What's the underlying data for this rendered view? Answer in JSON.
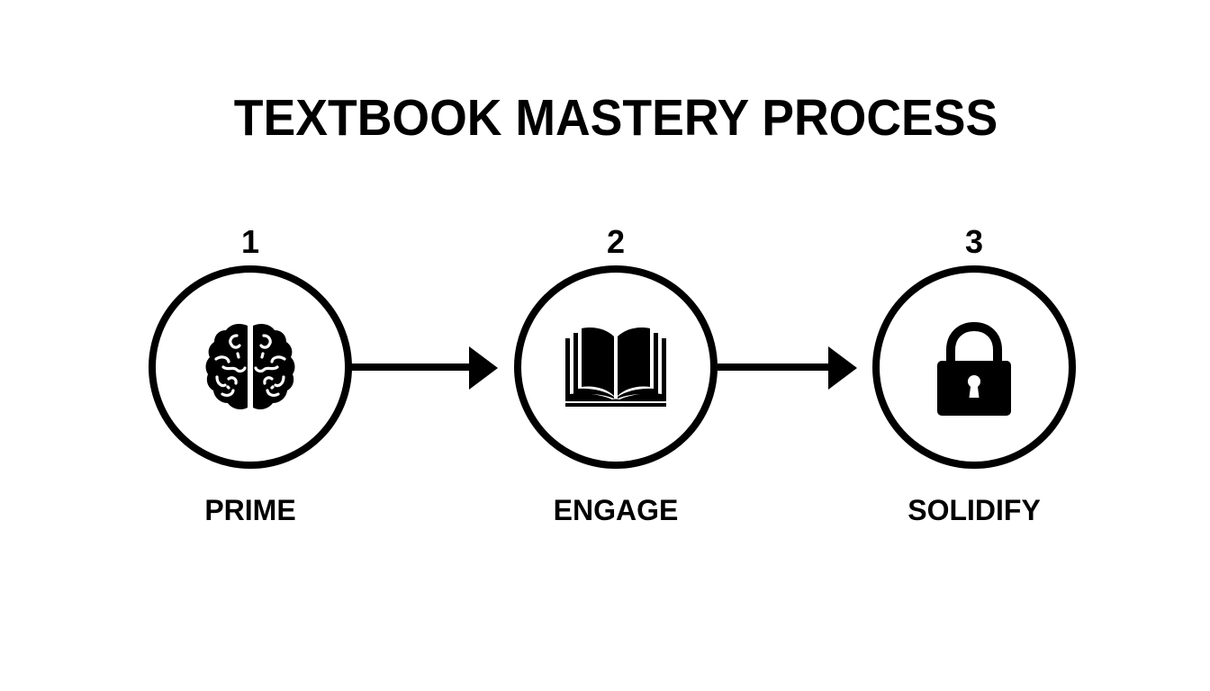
{
  "title": "TEXTBOOK MASTERY PROCESS",
  "steps": [
    {
      "number": "1",
      "label": "PRIME",
      "icon": "brain-icon"
    },
    {
      "number": "2",
      "label": "ENGAGE",
      "icon": "open-book-icon"
    },
    {
      "number": "3",
      "label": "SOLIDIFY",
      "icon": "padlock-icon"
    }
  ],
  "connectors": [
    {
      "from": "1",
      "to": "2",
      "icon": "arrow-right-icon"
    },
    {
      "from": "2",
      "to": "3",
      "icon": "arrow-right-icon"
    }
  ],
  "colors": {
    "background": "#ffffff",
    "foreground": "#000000"
  }
}
